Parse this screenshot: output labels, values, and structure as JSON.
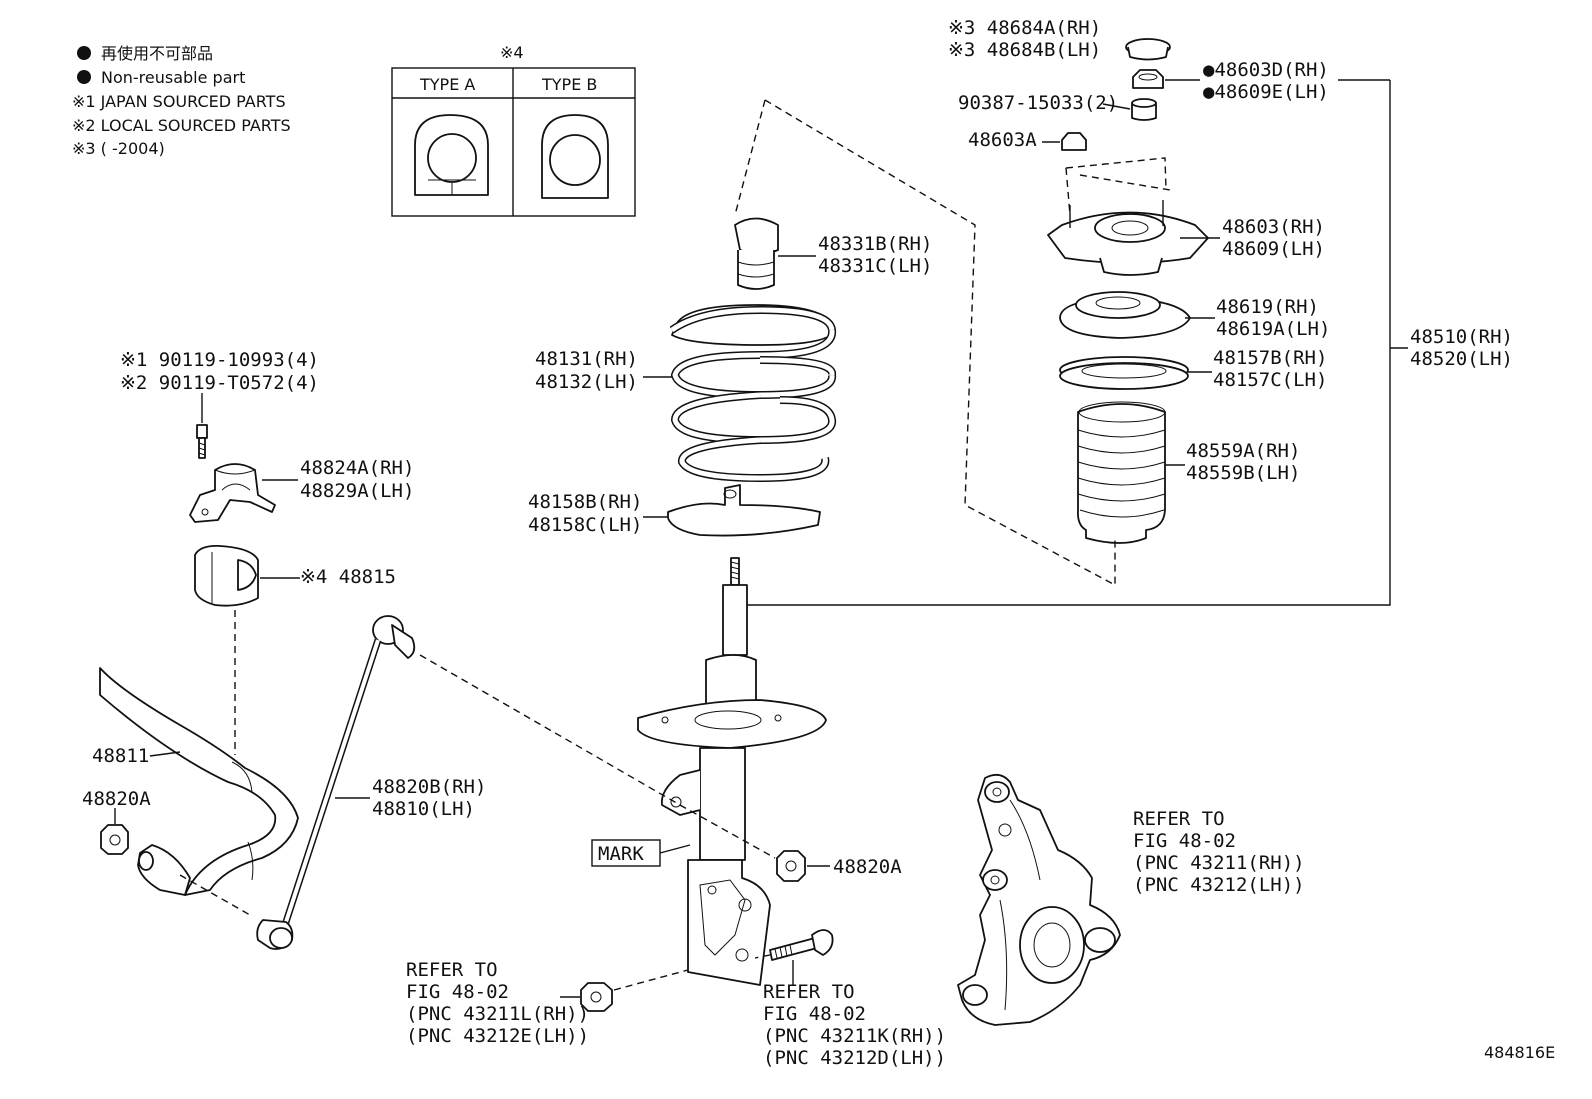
{
  "legend": {
    "jp_line": "再使用不可部品",
    "en_line": "Non-reusable part",
    "note1": "※1 JAPAN SOURCED PARTS",
    "note2": "※2 LOCAL SOURCED PARTS",
    "note3": "※3 (     -2004)"
  },
  "type_box": {
    "mark": "※4",
    "type_a": "TYPE A",
    "type_b": "TYPE B"
  },
  "labels": {
    "p48684": [
      "※3 48684A(RH)",
      "※3 48684B(LH)"
    ],
    "p48603d": [
      "●48603D(RH)",
      "●48609E(LH)"
    ],
    "p90387": [
      "90387-15033(2)"
    ],
    "p48603a": [
      "48603A"
    ],
    "p48603": [
      "48603(RH)",
      "48609(LH)"
    ],
    "p48619": [
      "48619(RH)",
      "48619A(LH)"
    ],
    "p48157": [
      "48157B(RH)",
      "48157C(LH)"
    ],
    "p48559": [
      "48559A(RH)",
      "48559B(LH)"
    ],
    "p48510": [
      "48510(RH)",
      "48520(LH)"
    ],
    "p48331": [
      "48331B(RH)",
      "48331C(LH)"
    ],
    "p48131": [
      "48131(RH)",
      "48132(LH)"
    ],
    "p48158": [
      "48158B(RH)",
      "48158C(LH)"
    ],
    "p90119": [
      "※1 90119-10993(4)",
      "※2 90119-T0572(4)"
    ],
    "p48824": [
      "48824A(RH)",
      "48829A(LH)"
    ],
    "p48815": [
      "※4 48815"
    ],
    "p48811": [
      "48811"
    ],
    "p48820a_left": [
      "48820A"
    ],
    "p48820b": [
      "48820B(RH)",
      "48810(LH)"
    ],
    "p48820a_right": [
      "48820A"
    ],
    "mark": "MARK",
    "refer_knuckle": [
      "REFER TO",
      "FIG 48-02",
      "(PNC 43211(RH))",
      "(PNC 43212(LH))"
    ],
    "refer_nut": [
      "REFER TO",
      "FIG 48-02",
      "(PNC 43211L(RH))",
      "(PNC 43212E(LH))"
    ],
    "refer_bolt": [
      "REFER TO",
      "FIG 48-02",
      "(PNC 43211K(RH))",
      "(PNC 43212D(LH))"
    ],
    "diagram_code": "484816E"
  }
}
